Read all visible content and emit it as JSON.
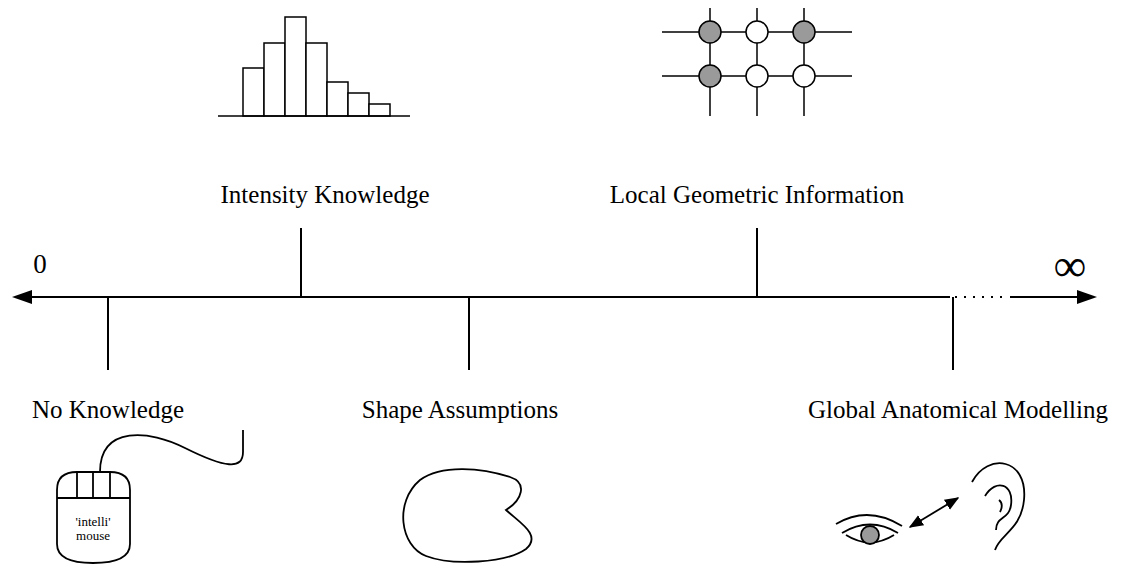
{
  "diagram": {
    "labels": [
      "Intensity Knowledge",
      "Local Geometric Information",
      "0",
      "∞",
      "No Knowledge",
      "Shape Assumptions",
      "Global Anatomical Modelling",
      "'intelli' mouse"
    ]
  }
}
